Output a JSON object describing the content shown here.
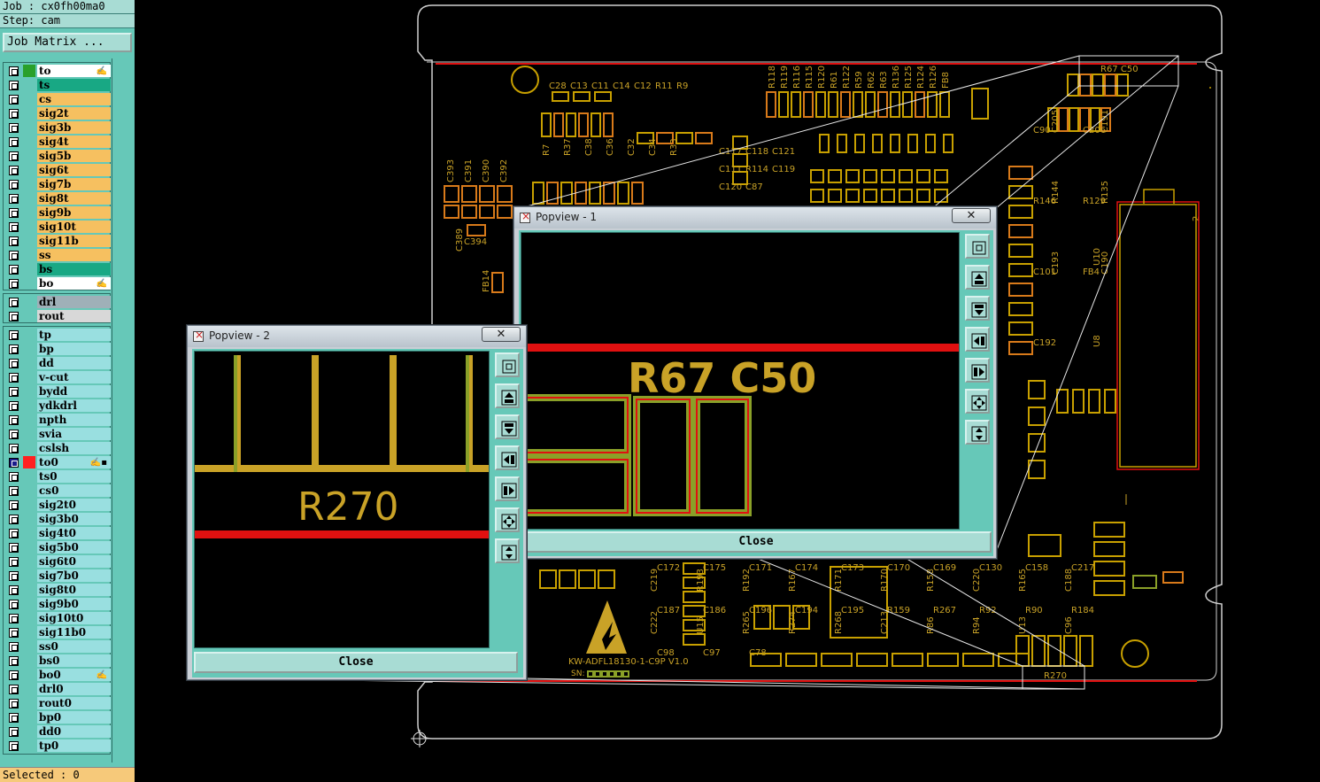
{
  "header": {
    "job": "Job : cx0fh00ma0",
    "step": "Step: cam",
    "job_matrix_button": "Job Matrix ..."
  },
  "layers_top": [
    {
      "name": "to",
      "color": "#ffffff",
      "swatch": "#2aa02a",
      "marker": "✍"
    },
    {
      "name": "ts",
      "color": "#18a884",
      "swatch": "",
      "marker": ""
    },
    {
      "name": "cs",
      "color": "#f6c060",
      "swatch": "",
      "marker": ""
    },
    {
      "name": "sig2t",
      "color": "#f6c060",
      "swatch": "",
      "marker": ""
    },
    {
      "name": "sig3b",
      "color": "#f6c060",
      "swatch": "",
      "marker": ""
    },
    {
      "name": "sig4t",
      "color": "#f6c060",
      "swatch": "",
      "marker": ""
    },
    {
      "name": "sig5b",
      "color": "#f6c060",
      "swatch": "",
      "marker": ""
    },
    {
      "name": "sig6t",
      "color": "#f6c060",
      "swatch": "",
      "marker": ""
    },
    {
      "name": "sig7b",
      "color": "#f6c060",
      "swatch": "",
      "marker": ""
    },
    {
      "name": "sig8t",
      "color": "#f6c060",
      "swatch": "",
      "marker": ""
    },
    {
      "name": "sig9b",
      "color": "#f6c060",
      "swatch": "",
      "marker": ""
    },
    {
      "name": "sig10t",
      "color": "#f6c060",
      "swatch": "",
      "marker": ""
    },
    {
      "name": "sig11b",
      "color": "#f6c060",
      "swatch": "",
      "marker": ""
    },
    {
      "name": "ss",
      "color": "#f6c060",
      "swatch": "",
      "marker": ""
    },
    {
      "name": "bs",
      "color": "#18a884",
      "swatch": "",
      "marker": ""
    },
    {
      "name": "bo",
      "color": "#ffffff",
      "swatch": "",
      "marker": "✍"
    }
  ],
  "layers_drill": [
    {
      "name": "drl",
      "color": "#9fb0b8"
    },
    {
      "name": "rout",
      "color": "#d8d8d8"
    }
  ],
  "layers_misc": [
    {
      "name": "tp",
      "marker": ""
    },
    {
      "name": "bp",
      "marker": ""
    },
    {
      "name": "dd",
      "marker": ""
    },
    {
      "name": "v-cut",
      "marker": ""
    },
    {
      "name": "bydd",
      "marker": ""
    },
    {
      "name": "ydkdrl",
      "marker": ""
    },
    {
      "name": "npth",
      "marker": ""
    },
    {
      "name": "svia",
      "marker": ""
    },
    {
      "name": "cslsh",
      "marker": ""
    },
    {
      "name": "to0",
      "marker": "✍▪"
    },
    {
      "name": "ts0",
      "marker": ""
    },
    {
      "name": "cs0",
      "marker": ""
    },
    {
      "name": "sig2t0",
      "marker": ""
    },
    {
      "name": "sig3b0",
      "marker": ""
    },
    {
      "name": "sig4t0",
      "marker": ""
    },
    {
      "name": "sig5b0",
      "marker": ""
    },
    {
      "name": "sig6t0",
      "marker": ""
    },
    {
      "name": "sig7b0",
      "marker": ""
    },
    {
      "name": "sig8t0",
      "marker": ""
    },
    {
      "name": "sig9b0",
      "marker": ""
    },
    {
      "name": "sig10t0",
      "marker": ""
    },
    {
      "name": "sig11b0",
      "marker": ""
    },
    {
      "name": "ss0",
      "marker": ""
    },
    {
      "name": "bs0",
      "marker": ""
    },
    {
      "name": "bo0",
      "marker": "✍"
    },
    {
      "name": "drl0",
      "marker": ""
    },
    {
      "name": "rout0",
      "marker": ""
    },
    {
      "name": "bp0",
      "marker": ""
    },
    {
      "name": "dd0",
      "marker": ""
    },
    {
      "name": "tp0",
      "marker": ""
    }
  ],
  "misc_layer_color": "#99dfe0",
  "status": {
    "selected": "Selected : 0"
  },
  "popview1": {
    "title": "Popview - 1",
    "label": "R67 C50",
    "close": "Close",
    "close_x": "✕"
  },
  "popview2": {
    "title": "Popview - 2",
    "label": "R270",
    "close": "Close",
    "close_x": "✕"
  },
  "board_labels": {
    "window_r67": "R67 C50",
    "window_r270": "R270",
    "top_refs": [
      "R118",
      "R119",
      "R116",
      "R115",
      "R120",
      "R61",
      "R122",
      "R59",
      "R62",
      "R63",
      "R136",
      "R125",
      "R124",
      "R126",
      "FB8"
    ],
    "left_refs": [
      "C28",
      "C13",
      "C11",
      "C14",
      "C12",
      "R11",
      "R9",
      "R7",
      "R37",
      "C38",
      "C36",
      "C32",
      "C34",
      "R33"
    ],
    "mid_refs": [
      "C117",
      "C118",
      "C121",
      "C111",
      "R114",
      "C119",
      "C120",
      "C87"
    ],
    "right_refs": [
      "C90",
      "C205",
      "C206",
      "C191",
      "R146",
      "R144",
      "R129",
      "R135",
      "C101",
      "C193",
      "FB4",
      "C190",
      "C192"
    ],
    "lower_refs": [
      "C172",
      "C175",
      "C171",
      "C174",
      "C173",
      "C170",
      "C169",
      "C130",
      "C158",
      "C217",
      "C219",
      "R193",
      "R192",
      "R167",
      "R171",
      "R170",
      "R158",
      "C220",
      "R165",
      "C188",
      "C187",
      "C186",
      "C196",
      "C194",
      "C195",
      "R159",
      "R267",
      "R92",
      "R90",
      "R184",
      "C222",
      "U15",
      "R265",
      "R274",
      "R268",
      "C213",
      "R86",
      "R94",
      "U13",
      "C96",
      "C98",
      "C97",
      "C78"
    ],
    "silk_bottom": "KW-ADFL18130-1-C9P V1.0",
    "sn": "SN:",
    "u10": "U10",
    "u8": "U8",
    "j": "2",
    "fb14": "FB14",
    "c393": "C393",
    "c391": "C391",
    "c390": "C390",
    "c392": "C392",
    "c394": "C394",
    "c389": "C389"
  },
  "colors": {
    "copper_yellow": "#c8a000",
    "copper_orange": "#d87a1a",
    "copper_green": "#8aa028",
    "outline_red": "#e01010",
    "silk_gold": "#c9a227",
    "board_outline": "#d0d0d0",
    "panel_teal": "#66c8b8",
    "panel_light": "#a8dcd4"
  }
}
